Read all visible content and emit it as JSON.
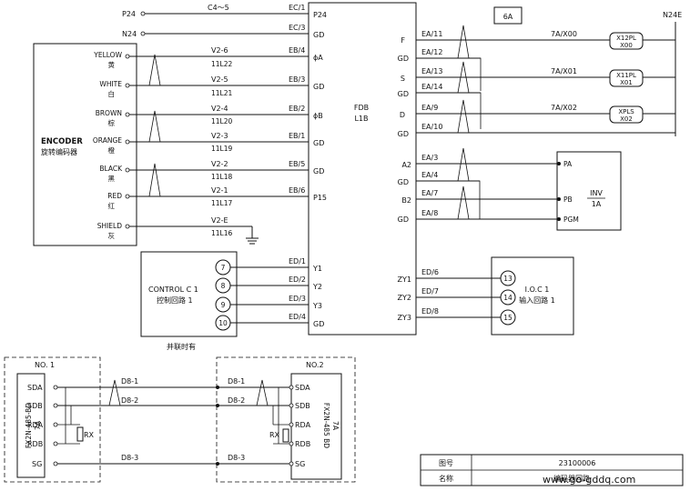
{
  "supply": {
    "p24": "P24",
    "n24": "N24",
    "n24e": "N24E",
    "c4_5": "C4～5",
    "ec1": "EC/1",
    "ec3": "EC/3",
    "p24_term": "P24",
    "gd": "GD"
  },
  "fdb": {
    "label": "FDB",
    "sub": "L1B"
  },
  "sheet_tag": "6A",
  "encoder": {
    "title": "ENCODER",
    "title_cn": "旋转编码器",
    "signals": [
      {
        "name": "YELLOW",
        "cn": "黄",
        "wire": "V2-6",
        "cable": "11L22",
        "conn": "EB/4",
        "term": "ϕA"
      },
      {
        "name": "WHITE",
        "cn": "白",
        "wire": "V2-5",
        "cable": "11L21",
        "conn": "EB/3",
        "term": "GD"
      },
      {
        "name": "BROWN",
        "cn": "棕",
        "wire": "V2-4",
        "cable": "11L20",
        "conn": "EB/2",
        "term": "ϕB"
      },
      {
        "name": "ORANGE",
        "cn": "橙",
        "wire": "V2-3",
        "cable": "11L19",
        "conn": "EB/1",
        "term": "GD"
      },
      {
        "name": "BLACK",
        "cn": "黑",
        "wire": "V2-2",
        "cable": "11L18",
        "conn": "EB/5",
        "term": "GD"
      },
      {
        "name": "RED",
        "cn": "红",
        "wire": "V2-1",
        "cable": "11L17",
        "conn": "EB/6",
        "term": "P15"
      }
    ],
    "shield": {
      "name": "SHIELD",
      "cn": "灰",
      "wire": "V2-E",
      "cable": "11L16"
    }
  },
  "outputs": [
    {
      "term": "F",
      "conn": "EA/11",
      "wire": "7A/X00",
      "dest": "X12PL",
      "dest2": "X00"
    },
    {
      "term": "GD",
      "conn": "EA/12"
    },
    {
      "term": "S",
      "conn": "EA/13",
      "wire": "7A/X01",
      "dest": "X11PL",
      "dest2": "X01"
    },
    {
      "term": "GD",
      "conn": "EA/14"
    },
    {
      "term": "D",
      "conn": "EA/9",
      "wire": "7A/X02",
      "dest": "XPLS",
      "dest2": "X02"
    },
    {
      "term": "GD",
      "conn": "EA/10"
    }
  ],
  "inverter": {
    "label": "INV",
    "sub": "1A",
    "rows": [
      {
        "term": "A2",
        "conn": "EA/3",
        "pin": "PA"
      },
      {
        "term": "GD",
        "conn": "EA/4",
        "pin": ""
      },
      {
        "term": "B2",
        "conn": "EA/7",
        "pin": "PB"
      },
      {
        "term": "GD",
        "conn": "EA/8",
        "pin": "PGM"
      }
    ]
  },
  "control": {
    "title": "CONTROL C 1",
    "title_cn": "控制回路 1",
    "note": "并联时有",
    "rows": [
      {
        "num": "7",
        "conn": "ED/1",
        "term": "Y1"
      },
      {
        "num": "8",
        "conn": "ED/2",
        "term": "Y2"
      },
      {
        "num": "9",
        "conn": "ED/3",
        "term": "Y3"
      },
      {
        "num": "10",
        "conn": "ED/4",
        "term": "GD"
      }
    ]
  },
  "ioc": {
    "title": "I.O.C 1",
    "title_cn": "输入回路 1",
    "rows": [
      {
        "term": "ZY1",
        "conn": "ED/6",
        "num": "13"
      },
      {
        "term": "ZY2",
        "conn": "ED/7",
        "num": "14"
      },
      {
        "term": "ZY3",
        "conn": "ED/8",
        "num": "15"
      }
    ]
  },
  "rs485": {
    "no1": "NO. 1",
    "no2": "NO.2",
    "model1": "FX2N-485-BD",
    "model1b": "7A",
    "model2": "FX2N-485 BD",
    "model2b": "7A",
    "pins": [
      "SDA",
      "SDB",
      "RDA",
      "RDB",
      "SG"
    ],
    "rx": "RX",
    "links": [
      "D8-1",
      "D8-2",
      "D8-3"
    ]
  },
  "titleblock": {
    "drawing_no_label": "图号",
    "drawing_no": "23100006",
    "name_label": "名称",
    "name": "编码器回路"
  },
  "watermark": "www.go-gddq.com"
}
